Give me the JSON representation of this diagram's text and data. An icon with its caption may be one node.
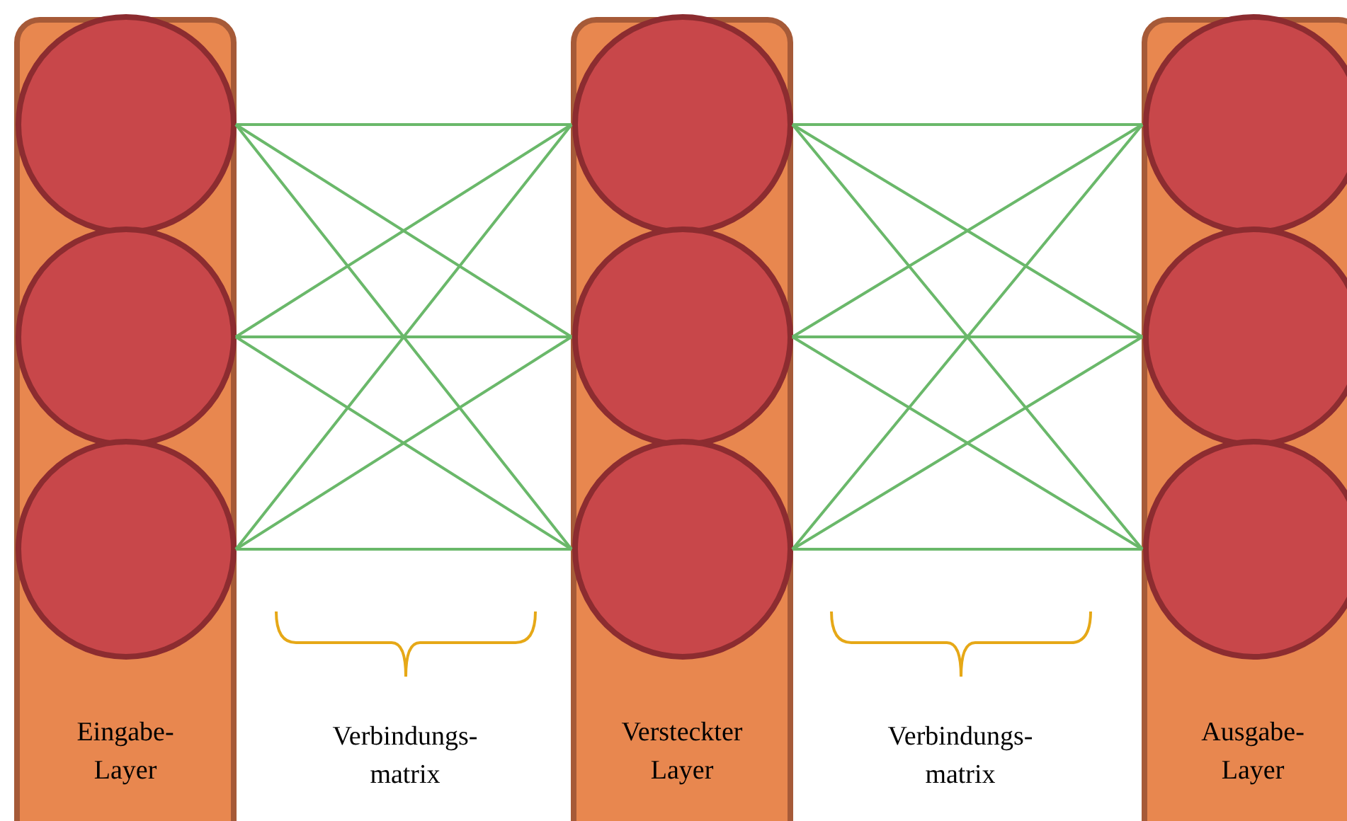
{
  "diagram": {
    "nodes": [
      {
        "text": [
          "Eingabe- Layer"
        ]
      },
      {
        "text": [],
        "shape": "circle",
        "in": 0
      },
      {
        "text": [],
        "shape": "circle",
        "in": 0
      },
      {
        "text": [],
        "shape": "circle",
        "in": 0
      },
      {
        "text": [
          "Versteckter Layer"
        ]
      },
      {
        "text": [],
        "shape": "circle",
        "in": 4
      },
      {
        "text": [],
        "shape": "circle",
        "in": 4
      },
      {
        "text": [],
        "shape": "circle",
        "in": 4
      },
      {
        "text": [
          "Ausgabe- Layer"
        ]
      },
      {
        "text": [],
        "shape": "circle",
        "in": 8
      },
      {
        "text": [],
        "shape": "circle",
        "in": 8
      },
      {
        "text": [],
        "shape": "circle",
        "in": 8
      }
    ],
    "edges": [
      {
        "from": 1,
        "to": 5,
        "arrow": "none"
      },
      {
        "from": 1,
        "to": 6,
        "arrow": "none"
      },
      {
        "from": 1,
        "to": 7,
        "arrow": "none"
      },
      {
        "from": 2,
        "to": 5,
        "arrow": "none"
      },
      {
        "from": 2,
        "to": 6,
        "arrow": "none"
      },
      {
        "from": 2,
        "to": 7,
        "arrow": "none"
      },
      {
        "from": 3,
        "to": 5,
        "arrow": "none"
      },
      {
        "from": 3,
        "to": 6,
        "arrow": "none"
      },
      {
        "from": 3,
        "to": 7,
        "arrow": "none"
      },
      {
        "from": 5,
        "to": 9,
        "arrow": "none"
      },
      {
        "from": 5,
        "to": 10,
        "arrow": "none"
      },
      {
        "from": 5,
        "to": 11,
        "arrow": "none"
      },
      {
        "from": 6,
        "to": 9,
        "arrow": "none"
      },
      {
        "from": 6,
        "to": 10,
        "arrow": "none"
      },
      {
        "from": 6,
        "to": 11,
        "arrow": "none"
      },
      {
        "from": 7,
        "to": 9,
        "arrow": "none"
      },
      {
        "from": 7,
        "to": 10,
        "arrow": "none"
      },
      {
        "from": 7,
        "to": 11,
        "arrow": "none"
      }
    ],
    "labels": [
      "Verbindungs- matrix",
      "Verbindungs- matrix"
    ]
  }
}
